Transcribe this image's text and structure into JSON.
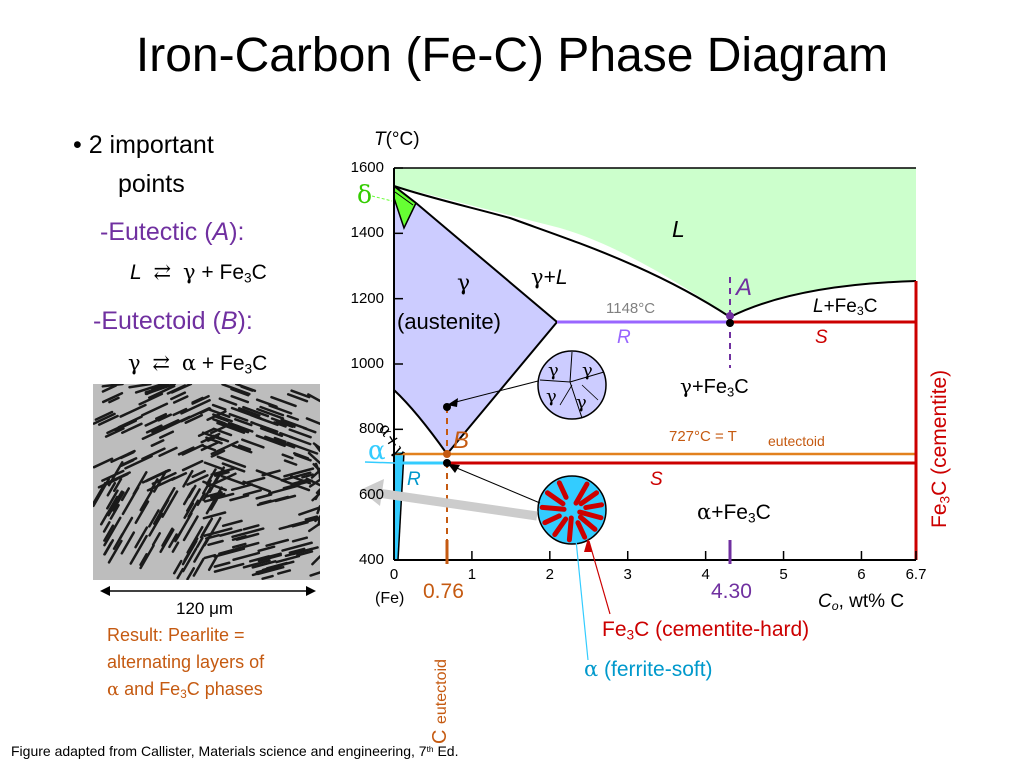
{
  "slide": {
    "title": "Iron-Carbon (Fe-C) Phase Diagram",
    "bullet_prefix": "• 2 important",
    "bullet_cont": "points",
    "eutectic_label": "-Eutectic (",
    "eutectic_letter": "A",
    "eutectic_close": "):",
    "eutectic_reactant": "L",
    "eutectic_arrow": "⇄",
    "eutectic_product_1": "γ",
    "eutectic_product_2": "+ Fe",
    "eutectic_product_sub": "3",
    "eutectic_product_end": "C",
    "eutectoid_label": "-Eutectoid (",
    "eutectoid_letter": "B",
    "eutectoid_close": "):",
    "eutectoid_reactant": "γ",
    "eutectoid_arrow": "⇄",
    "eutectoid_product_1": "α",
    "eutectoid_product_2": "+ Fe",
    "eutectoid_product_sub": "3",
    "eutectoid_product_end": "C",
    "scale_bar": "120 μm",
    "result_line1": "Result:  Pearlite =",
    "result_line2": "alternating layers of",
    "result_line3_a": "α",
    "result_line3_b": " and Fe",
    "result_line3_sub": "3",
    "result_line3_c": "C phases",
    "footer": "Figure adapted from Callister, Materials science and engineering, 7",
    "footer_sup": "th",
    "footer_end": " Ed."
  },
  "diagram": {
    "y_axis_title_T": "T",
    "y_axis_title_unit": "(°C)",
    "y_ticks": [
      "1600",
      "1400",
      "1200",
      "1000",
      "800",
      "600",
      "400"
    ],
    "x_ticks": [
      "0",
      "1",
      "2",
      "3",
      "4",
      "5",
      "6",
      "6.7"
    ],
    "x_fe": "(Fe)",
    "x_axis_c": "C",
    "x_axis_o": "o",
    "x_axis_rest": ", wt% C",
    "phase_delta": "δ",
    "phase_L": "L",
    "phase_gamma_L_a": "γ",
    "phase_gamma_L_b": "+",
    "phase_gamma_L_c": "L",
    "phase_gamma": "γ",
    "phase_austenite": "(austenite)",
    "phase_L_Fe3C_a": "L",
    "phase_L_Fe3C_b": "+Fe",
    "phase_L_Fe3C_sub": "3",
    "phase_L_Fe3C_c": "C",
    "phase_gamma_Fe3C_a": "γ",
    "phase_gamma_Fe3C_b": "+Fe",
    "phase_gamma_Fe3C_sub": "3",
    "phase_gamma_Fe3C_c": "C",
    "phase_alpha_Fe3C_a": "α",
    "phase_alpha_Fe3C_b": "+Fe",
    "phase_alpha_Fe3C_sub": "3",
    "phase_alpha_Fe3C_c": "C",
    "phase_alpha": "α",
    "phase_alpha_gamma": "α+γ",
    "point_A": "A",
    "point_B": "B",
    "label_R_top": "R",
    "label_S_top": "S",
    "label_R_bot": "R",
    "label_S_bot": "S",
    "temp_eutectic": "1148°C",
    "temp_eutectoid_a": "727°C = T",
    "temp_eutectoid_b": "eutectoid",
    "val_076": "0.76",
    "val_430": "4.30",
    "c_eutectoid_a": "C",
    "c_eutectoid_b": "eutectoid",
    "cementite_side_a": "Fe",
    "cementite_side_sub": "3",
    "cementite_side_b": "C (cementite)",
    "label_cementite_hard_a": "Fe",
    "label_cementite_hard_sub": "3",
    "label_cementite_hard_b": "C (cementite-hard)",
    "label_ferrite_soft_a": "α",
    "label_ferrite_soft_b": " (ferrite-soft)",
    "grain_gammas": [
      "γ",
      "γ",
      "γ",
      "γ"
    ],
    "colors": {
      "liquid": "#ccffcc",
      "austenite": "#ccccff",
      "delta": "#66ff33",
      "ferrite": "#33ccff",
      "cementite": "#cc0000",
      "eutectic_line": "#9966ff",
      "eutectoid_line": "#e2811e",
      "point_purple": "#7030a0",
      "brown": "#c55a11"
    }
  }
}
